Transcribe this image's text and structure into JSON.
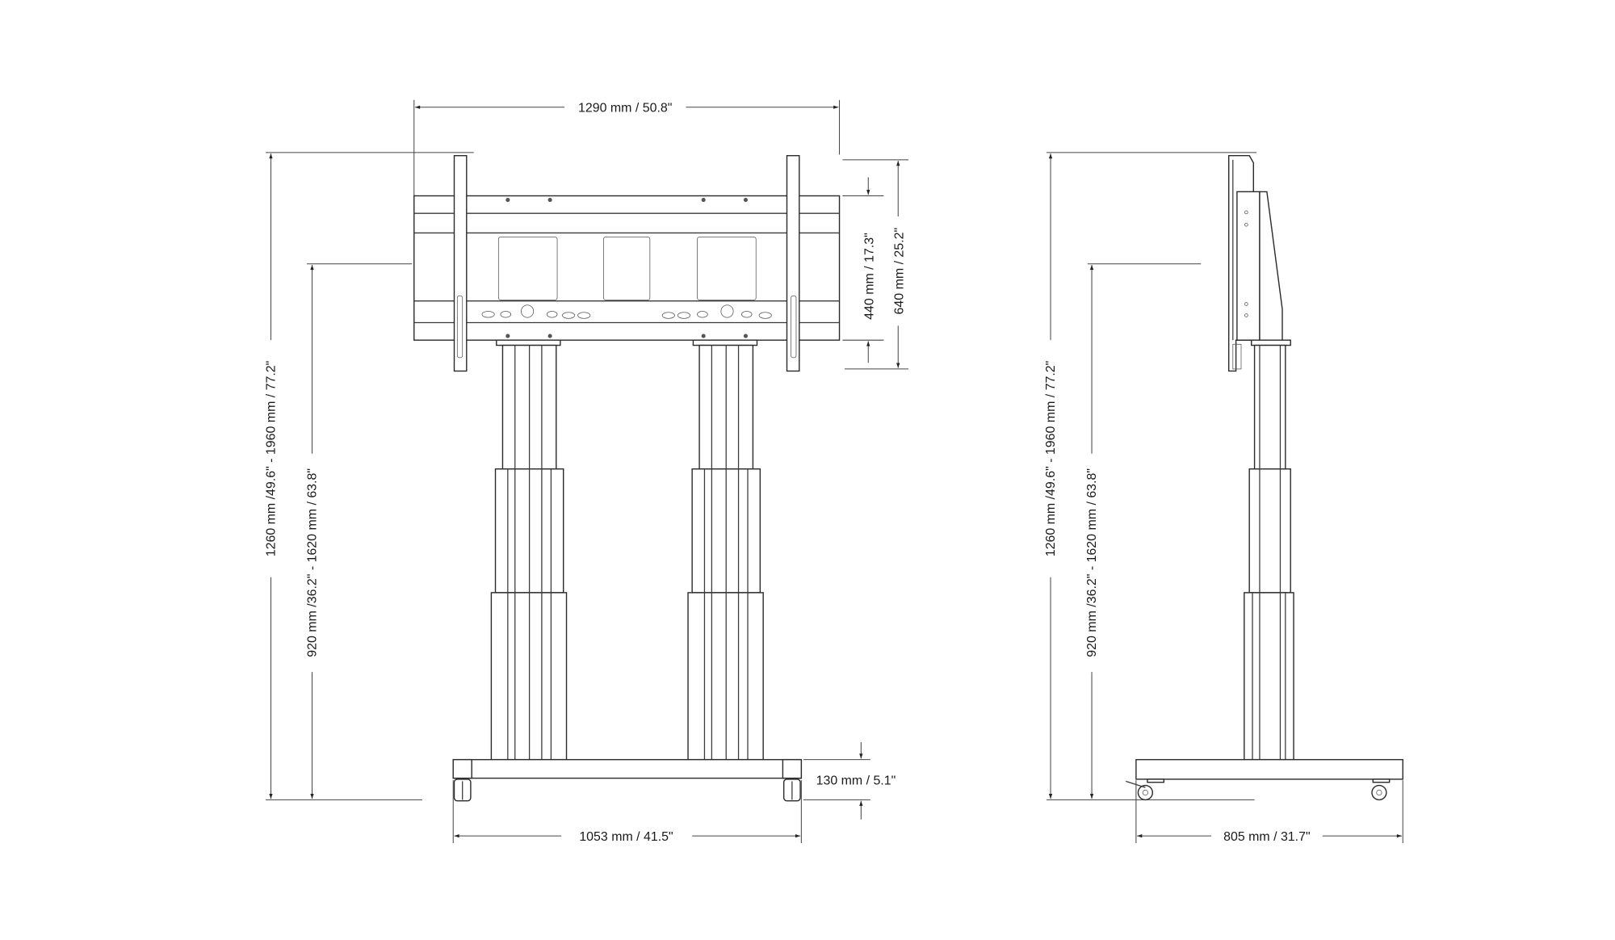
{
  "front_view": {
    "width_top": "1290 mm / 50.8\"",
    "height_total": "1260 mm /49.6\" - 1960 mm / 77.2\"",
    "height_center": "920 mm /36.2\" - 1620 mm / 63.8\"",
    "plate_height": "440 mm / 17.3\"",
    "bracket_height": "640 mm / 25.2\"",
    "base_height": "130 mm / 5.1\"",
    "base_width": "1053 mm / 41.5\""
  },
  "side_view": {
    "height_total": "1260 mm /49.6\" - 1960 mm / 77.2\"",
    "height_center": "920 mm /36.2\" - 1620 mm / 63.8\"",
    "base_depth": "805 mm / 31.7\""
  }
}
